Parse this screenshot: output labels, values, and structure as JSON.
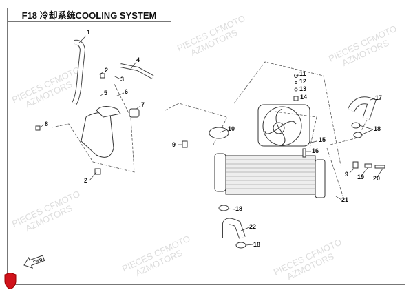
{
  "title": "F18 冷却系统COOLING SYSTEM",
  "watermark": [
    "PIECES CFMOTO",
    "AZMOTORS"
  ],
  "fwd_label": "FWD",
  "callouts": [
    {
      "n": "1"
    },
    {
      "n": "2"
    },
    {
      "n": "3"
    },
    {
      "n": "4"
    },
    {
      "n": "5"
    },
    {
      "n": "6"
    },
    {
      "n": "7"
    },
    {
      "n": "8"
    },
    {
      "n": "2"
    },
    {
      "n": "9"
    },
    {
      "n": "10"
    },
    {
      "n": "11"
    },
    {
      "n": "12"
    },
    {
      "n": "13"
    },
    {
      "n": "14"
    },
    {
      "n": "15"
    },
    {
      "n": "16"
    },
    {
      "n": "17"
    },
    {
      "n": "18"
    },
    {
      "n": "9"
    },
    {
      "n": "19"
    },
    {
      "n": "20"
    },
    {
      "n": "21"
    },
    {
      "n": "18"
    },
    {
      "n": "22"
    },
    {
      "n": "18"
    }
  ],
  "colors": {
    "logo": "#d0121b",
    "line": "#333333",
    "watermark": "#dddddd"
  }
}
